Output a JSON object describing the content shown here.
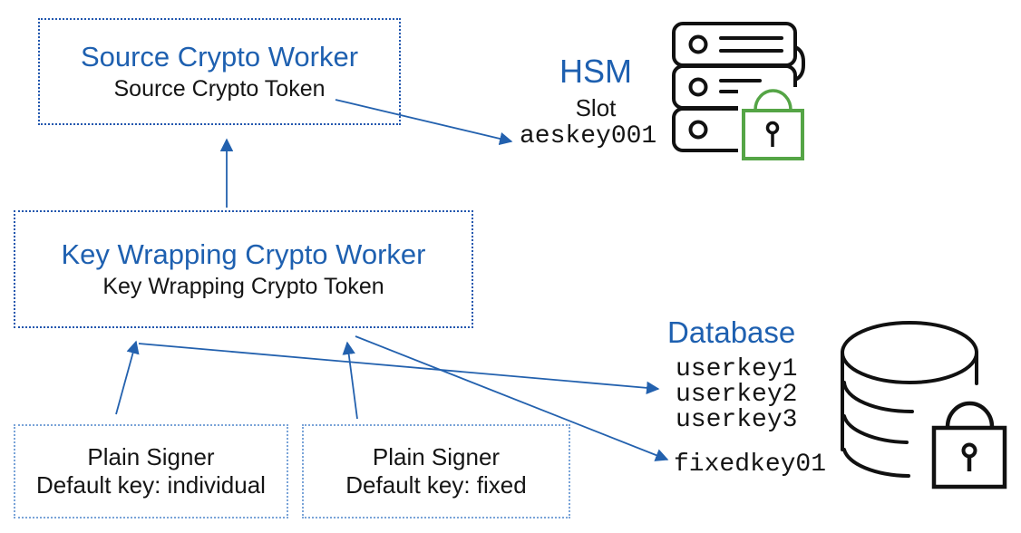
{
  "colors": {
    "accent_blue": "#1e60b0",
    "border_dark_blue": "#2257ae",
    "border_light_blue": "#7aa4d8",
    "arrow_blue": "#2361ae",
    "lock_green": "#55a546",
    "icon_black": "#111111"
  },
  "nodes": {
    "source_worker": {
      "title": "Source Crypto Worker",
      "token": "Source Crypto Token"
    },
    "key_wrapping_worker": {
      "title": "Key Wrapping Crypto Worker",
      "token": "Key Wrapping Crypto Token"
    },
    "plain_signer_individual": {
      "title": "Plain Signer",
      "default_key": "Default key: individual"
    },
    "plain_signer_fixed": {
      "title": "Plain Signer",
      "default_key": "Default key: fixed"
    },
    "hsm": {
      "title": "HSM",
      "slot_label": "Slot",
      "key_name": "aeskey001",
      "icons": [
        "server-rack-icon",
        "padlock-green-icon"
      ]
    },
    "database": {
      "title": "Database",
      "user_keys": [
        "userkey1",
        "userkey2",
        "userkey3"
      ],
      "fixed_key": "fixedkey01",
      "icons": [
        "database-cylinder-icon",
        "padlock-black-icon"
      ]
    }
  },
  "connections": [
    {
      "from": "key_wrapping_worker",
      "to": "source_worker"
    },
    {
      "from": "source_worker_token",
      "to": "hsm_slot_aeskey001"
    },
    {
      "from": "plain_signer_individual",
      "to": "key_wrapping_worker"
    },
    {
      "from": "key_wrapping_worker",
      "to": "database_userkeys"
    },
    {
      "from": "plain_signer_fixed",
      "to": "key_wrapping_worker"
    },
    {
      "from": "key_wrapping_worker",
      "to": "database_fixedkey01"
    }
  ]
}
